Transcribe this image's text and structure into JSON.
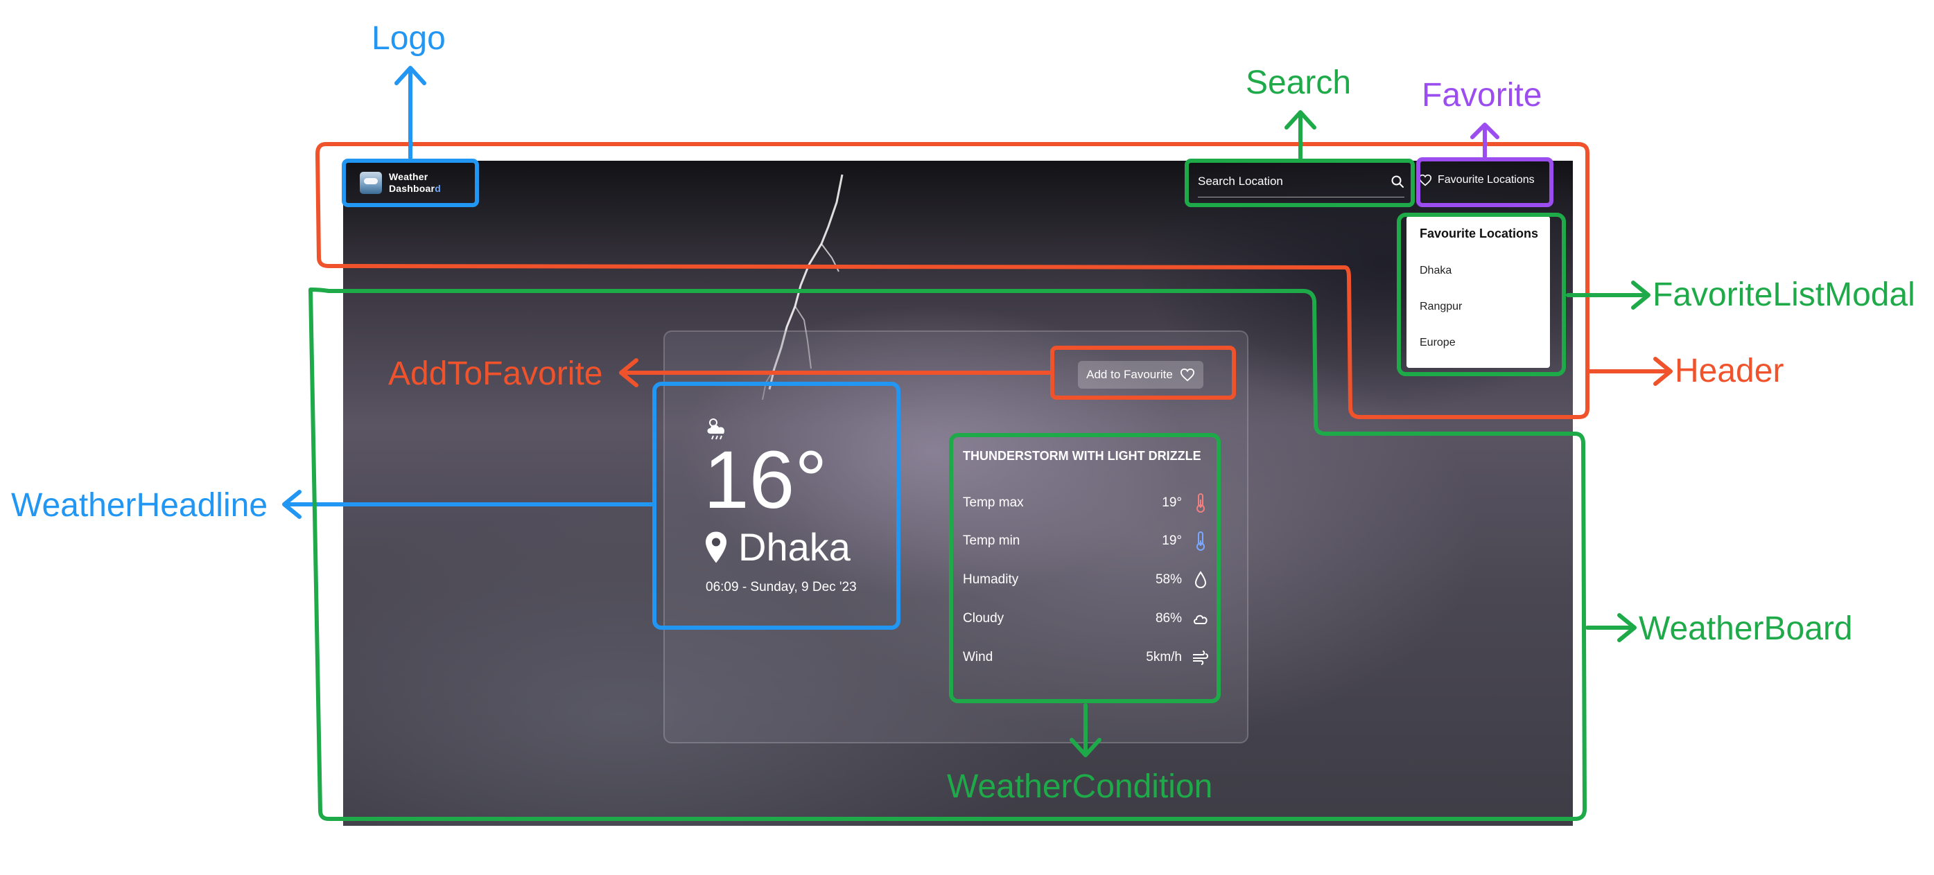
{
  "app": {
    "logo_line1_white": "Weather",
    "logo_line2_white": "Dashboar",
    "logo_line2_accent": "d",
    "search_placeholder": "Search Location",
    "favourites_button": "Favourite Locations"
  },
  "favourites_modal": {
    "title": "Favourite Locations",
    "items": [
      "Dhaka",
      "Rangpur",
      "Europe"
    ]
  },
  "weather_board": {
    "add_to_favourite": "Add to Favourite",
    "headline": {
      "temperature": "16°",
      "location": "Dhaka",
      "datetime": "06:09 - Sunday, 9 Dec '23"
    },
    "condition": {
      "title": "THUNDERSTORM WITH LIGHT DRIZZLE",
      "rows": [
        {
          "label": "Temp max",
          "value": "19°",
          "icon": "thermometer-hot-icon"
        },
        {
          "label": "Temp min",
          "value": "19°",
          "icon": "thermometer-cold-icon"
        },
        {
          "label": "Humadity",
          "value": "58%",
          "icon": "droplet-icon"
        },
        {
          "label": "Cloudy",
          "value": "86%",
          "icon": "cloud-icon"
        },
        {
          "label": "Wind",
          "value": "5km/h",
          "icon": "wind-icon"
        }
      ]
    }
  },
  "annotations": {
    "logo": "Logo",
    "search": "Search",
    "favorite": "Favorite",
    "favorite_list_modal": "FavoriteListModal",
    "header": "Header",
    "add_to_favorite": "AddToFavorite",
    "weather_headline": "WeatherHeadline",
    "weather_board": "WeatherBoard",
    "weather_condition": "WeatherCondition"
  },
  "colors": {
    "annotation_blue": "#2196f3",
    "annotation_green": "#1faa4a",
    "annotation_red": "#f0532b",
    "annotation_purple": "#9b4df0",
    "logo_accent": "#6ea8ff"
  }
}
